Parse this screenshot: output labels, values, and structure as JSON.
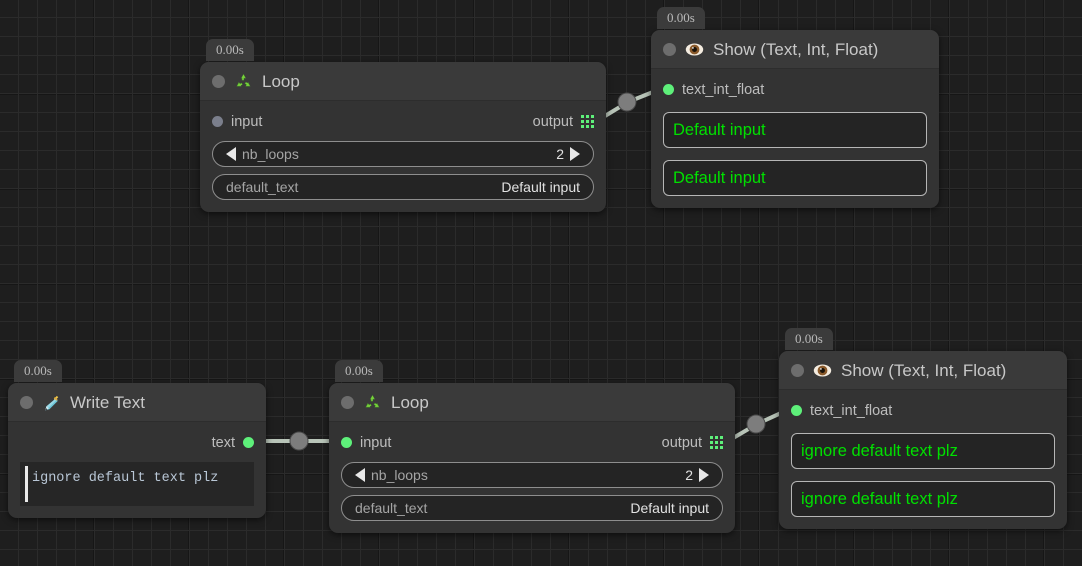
{
  "canvas": {
    "background_color": "#1e1e1e",
    "grid_color": "#2b2b2b",
    "grid_major_color": "#161616"
  },
  "colors": {
    "accent_green": "#5ef07a",
    "value_green": "#00e000",
    "node_body": "#333333",
    "node_header": "#3a3a3a",
    "edge": "#b8c4b8",
    "port_unconnected": "#7b7f8c"
  },
  "nodes": [
    {
      "id": "loop-top",
      "time": "0.00s",
      "icon": "recycle-icon",
      "title": "Loop",
      "input_port": {
        "label": "input",
        "connected": false
      },
      "output_port": {
        "label": "output"
      },
      "fields": [
        {
          "name": "nb_loops",
          "value": "2",
          "type": "stepper"
        },
        {
          "name": "default_text",
          "value": "Default input",
          "type": "text"
        }
      ]
    },
    {
      "id": "show-top",
      "time": "0.00s",
      "icon": "eye-icon",
      "title": "Show (Text, Int, Float)",
      "input_port": {
        "label": "text_int_float",
        "connected": true
      },
      "outputs": [
        "Default input",
        "Default input"
      ]
    },
    {
      "id": "write-text",
      "time": "0.00s",
      "icon": "pen-icon",
      "title": "Write Text",
      "output_port": {
        "label": "text",
        "connected": true
      },
      "text_value": "ignore default text plz"
    },
    {
      "id": "loop-bottom",
      "time": "0.00s",
      "icon": "recycle-icon",
      "title": "Loop",
      "input_port": {
        "label": "input",
        "connected": true
      },
      "output_port": {
        "label": "output"
      },
      "fields": [
        {
          "name": "nb_loops",
          "value": "2",
          "type": "stepper"
        },
        {
          "name": "default_text",
          "value": "Default input",
          "type": "text"
        }
      ]
    },
    {
      "id": "show-bottom",
      "time": "0.00s",
      "icon": "eye-icon",
      "title": "Show (Text, Int, Float)",
      "input_port": {
        "label": "text_int_float",
        "connected": true
      },
      "outputs": [
        "ignore default text plz",
        "ignore default text plz"
      ]
    }
  ],
  "edges": [
    {
      "from": "loop-top.output",
      "to": "show-top.text_int_float"
    },
    {
      "from": "write-text.text",
      "to": "loop-bottom.input"
    },
    {
      "from": "loop-bottom.output",
      "to": "show-bottom.text_int_float"
    }
  ]
}
